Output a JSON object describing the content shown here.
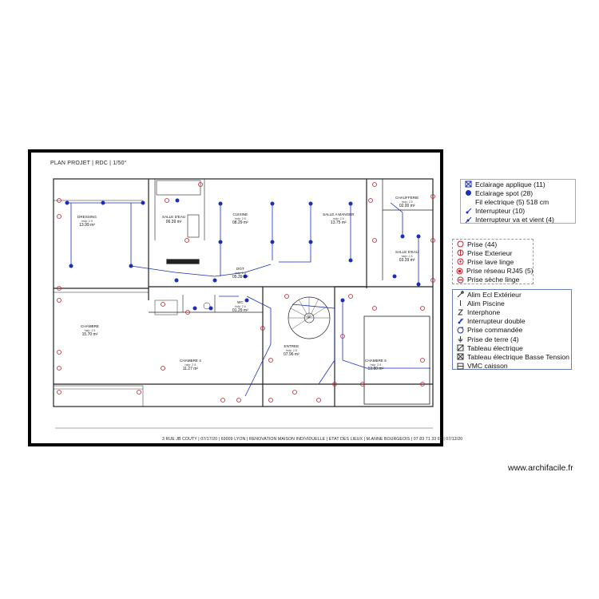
{
  "plan": {
    "title": "PLAN PROJET | RDC | 1/50°",
    "footer": "3 RUE JB COUTY | 07/17/20 | 69009 LYON | RENOVATION MAISON INDIVIDUELLE | ETAT DES LIEUX | M.ANNE BOURGEOIS | 07 83 71 33 63 | 07/12/20",
    "rooms": [
      {
        "name": "DRESSING",
        "sub": "hsfp: 2.5",
        "area": "13.99 m²"
      },
      {
        "name": "SALLE D'EAU",
        "sub": "",
        "area": "06.39 m²"
      },
      {
        "name": "CUISINE",
        "sub": "hsfp: 2.5",
        "area": "08.29 m²"
      },
      {
        "name": "SALLE A MANGER",
        "sub": "hsfp: 2.5",
        "area": "13.75 m²"
      },
      {
        "name": "CHAUFFERIE",
        "sub": "hsfp: 2.5",
        "area": "02.00 m²"
      },
      {
        "name": "SALLE D'EAU",
        "sub": "hsfp: 2.5",
        "area": "03.39 m²"
      },
      {
        "name": "DGT",
        "sub": "hsfp: 2.5",
        "area": "05.39 m²"
      },
      {
        "name": "CHAMBRE",
        "sub": "hsfp: 2.5",
        "area": "15.70 m²"
      },
      {
        "name": "WC",
        "sub": "hsfp: 2.5",
        "area": "01.29 m²"
      },
      {
        "name": "CHAMBRE 4",
        "sub": "hsfp: 2.5",
        "area": "11.27 m²"
      },
      {
        "name": "ENTREE",
        "sub": "hsfp: 2.5",
        "area": "07.96 m²"
      },
      {
        "name": "CHAMBRE 5",
        "sub": "hsfp: 2.5",
        "area": "13.80 m²"
      }
    ]
  },
  "legend_lighting": [
    {
      "icon": "wall-light-icon",
      "label": "Eclairage applique (11)"
    },
    {
      "icon": "spotlight-icon",
      "label": "Eclairage spot (28)"
    },
    {
      "icon": "",
      "label": "Fil electrique (5) 518 cm"
    },
    {
      "icon": "switch-icon",
      "label": "Interrupteur (10)"
    },
    {
      "icon": "two-way-switch-icon",
      "label": "Interrupteur va et vient (4)"
    }
  ],
  "legend_sockets": [
    {
      "icon": "socket-icon",
      "label": "Prise (44)"
    },
    {
      "icon": "outdoor-socket-icon",
      "label": "Prise Exterieur"
    },
    {
      "icon": "washer-socket-icon",
      "label": "Prise lave linge"
    },
    {
      "icon": "rj45-socket-icon",
      "label": "Prise réseau RJ45 (5)"
    },
    {
      "icon": "dryer-socket-icon",
      "label": "Prise sèche linge"
    }
  ],
  "legend_misc": [
    {
      "icon": "outdoor-light-feed-icon",
      "label": "Alim Ecl Extérieur"
    },
    {
      "icon": "pool-feed-icon",
      "label": "Alim Piscine"
    },
    {
      "icon": "intercom-icon",
      "label": "Interphone"
    },
    {
      "icon": "double-switch-icon",
      "label": "Interrupteur double"
    },
    {
      "icon": "controlled-socket-icon",
      "label": "Prise commandée"
    },
    {
      "icon": "earth-socket-icon",
      "label": "Prise de terre (4)"
    },
    {
      "icon": "panel-icon",
      "label": "Tableau électrique"
    },
    {
      "icon": "low-voltage-panel-icon",
      "label": "Tableau électrique Basse Tension"
    },
    {
      "icon": "vmc-icon",
      "label": "VMC caisson"
    }
  ],
  "credit": "www.archifacile.fr",
  "colors": {
    "wiring": "#1a2fb5",
    "sockets": "#c8212c",
    "walls": "#222222"
  }
}
